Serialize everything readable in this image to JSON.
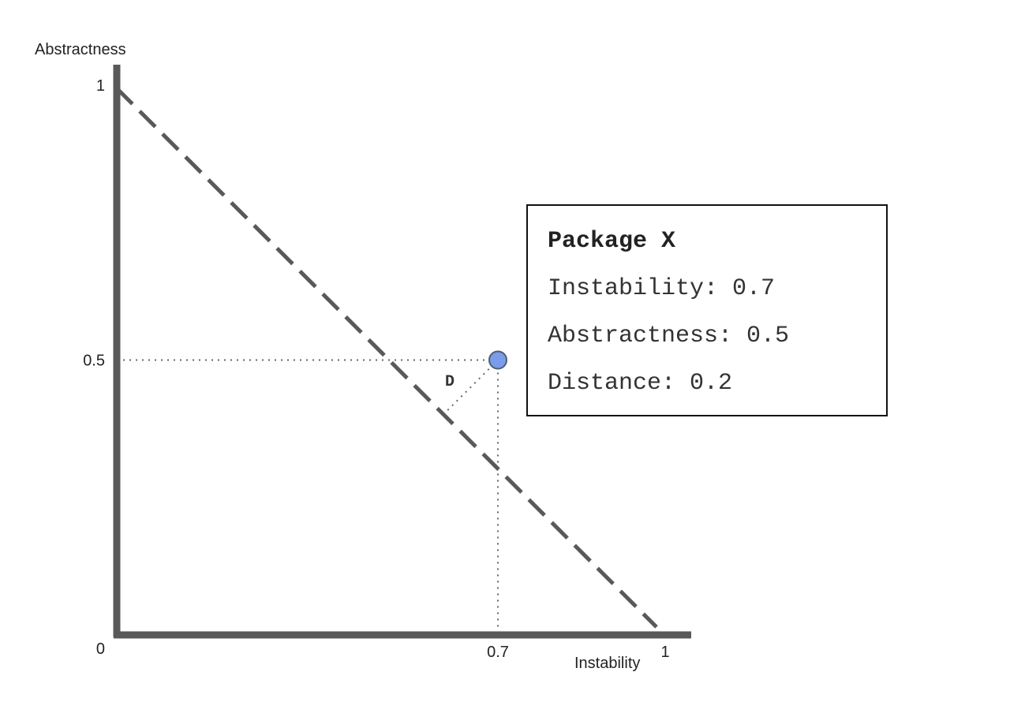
{
  "chart_data": {
    "type": "scatter",
    "xlabel": "Instability",
    "ylabel": "Abstractness",
    "xlim": [
      0,
      1
    ],
    "ylim": [
      0,
      1
    ],
    "x_ticks": [
      {
        "value": 0.7,
        "label": "0.7"
      },
      {
        "value": 1,
        "label": "1"
      }
    ],
    "y_ticks": [
      {
        "value": 0,
        "label": "0"
      },
      {
        "value": 0.5,
        "label": "0.5"
      },
      {
        "value": 1,
        "label": "1"
      }
    ],
    "reference_line": {
      "from": [
        0,
        1
      ],
      "to": [
        1,
        0
      ],
      "style": "dashed"
    },
    "point": {
      "x": 0.7,
      "y": 0.5
    },
    "distance_label": "D",
    "grid": false,
    "colors": {
      "axis": "#595959",
      "main_sequence": "#595959",
      "guide": "#666666",
      "point_fill": "#7b9ce8",
      "point_stroke": "#4f5d75"
    }
  },
  "info_box": {
    "title": "Package X",
    "lines": [
      "Instability: 0.7",
      "Abstractness: 0.5",
      "Distance: 0.2"
    ]
  }
}
